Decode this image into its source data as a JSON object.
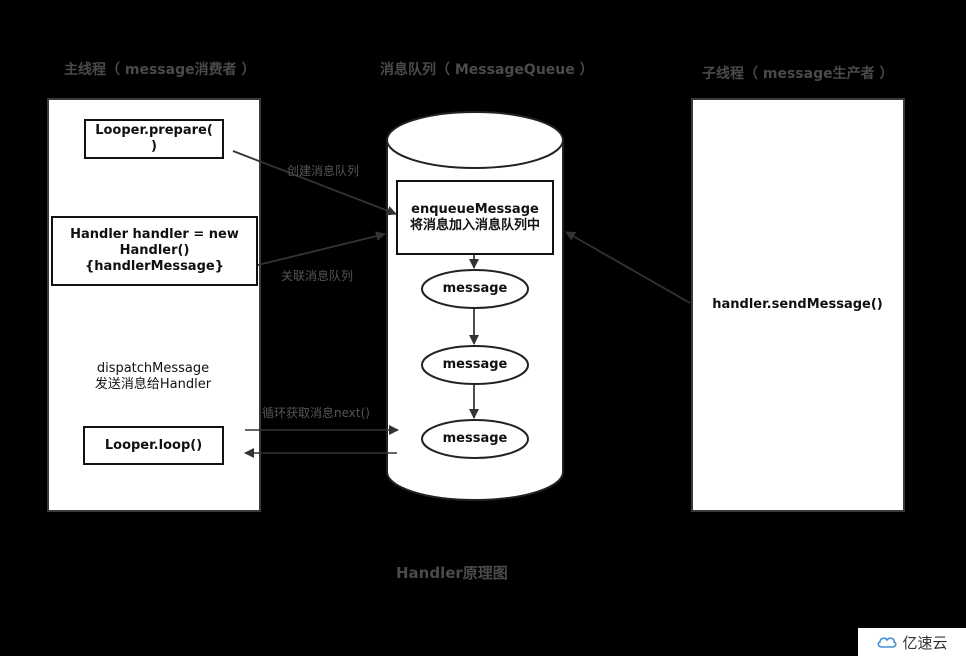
{
  "columns": {
    "main_thread_title": "主线程（ message消费者 ）",
    "queue_title": "消息队列（ MessageQueue ）",
    "sub_thread_title": "子线程（ message生产者 ）"
  },
  "main_thread": {
    "looper_prepare": [
      "Looper.prepare(",
      ")"
    ],
    "handler_new": [
      "Handler handler = new",
      "Handler()",
      "{handlerMessage}"
    ],
    "dispatch": [
      "dispatchMessage",
      "发送消息给Handler"
    ],
    "looper_loop": "Looper.loop()"
  },
  "queue": {
    "enqueue": [
      "enqueueMessage",
      "将消息加入消息队列中"
    ],
    "messages": [
      "message",
      "message",
      "message"
    ]
  },
  "sub_thread": {
    "send": "handler.sendMessage()"
  },
  "edges": {
    "create_queue": "创建消息队列",
    "associate_queue": "关联消息队列",
    "loop_next": "循环获取消息next()"
  },
  "caption": "Handler原理图",
  "watermark": "亿速云"
}
